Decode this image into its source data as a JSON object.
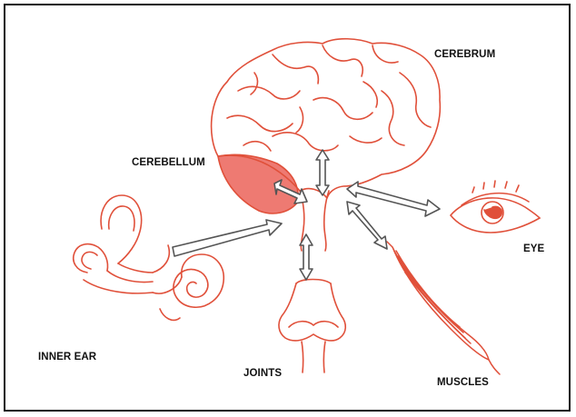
{
  "labels": {
    "cerebrum": "CEREBRUM",
    "cerebellum": "CEREBELLUM",
    "eye": "EYE",
    "inner_ear": "INNER EAR",
    "joints": "JOINTS",
    "muscles": "MUSCLES"
  },
  "colors": {
    "outline": "#e0503a",
    "cerebellum_fill": "#ee7a72",
    "arrow": "#555555",
    "frame": "#111111"
  },
  "icons": [
    "brain-icon",
    "inner-ear-icon",
    "eye-icon",
    "joint-icon",
    "muscle-icon"
  ]
}
